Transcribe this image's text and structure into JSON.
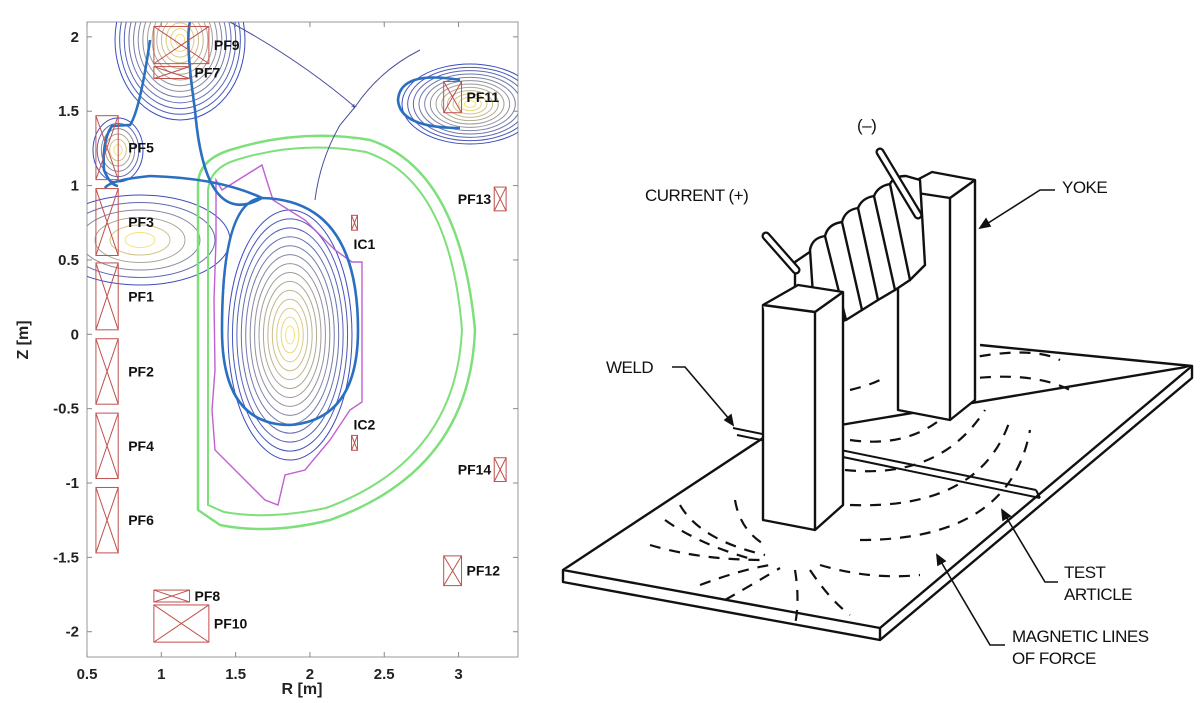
{
  "chart_data": {
    "type": "diagram",
    "title": "",
    "xlabel": "R [m]",
    "ylabel": "Z [m]",
    "xlim": [
      0.5,
      3.4
    ],
    "ylim": [
      -2.17,
      2.1
    ],
    "xticks": [
      0.5,
      1,
      1.5,
      2,
      2.5,
      3
    ],
    "xtick_labels": [
      "0.5",
      "1",
      "1.5",
      "2",
      "2.5",
      "3"
    ],
    "yticks": [
      2,
      1.5,
      1,
      0.5,
      0,
      -0.5,
      -1,
      -1.5,
      -2
    ],
    "ytick_labels": [
      "2",
      "1.5",
      "1",
      "0.5",
      "0",
      "-0.5",
      "-1",
      "-1.5",
      "-2"
    ],
    "coils": [
      {
        "name": "PF9",
        "r": [
          0.95,
          1.32
        ],
        "z": [
          1.82,
          2.07
        ],
        "label_side": "right"
      },
      {
        "name": "PF7",
        "r": [
          0.95,
          1.19
        ],
        "z": [
          1.72,
          1.8
        ],
        "label_side": "right"
      },
      {
        "name": "PF5",
        "r": [
          0.56,
          0.71
        ],
        "z": [
          1.04,
          1.47
        ],
        "label_side": "right"
      },
      {
        "name": "PF3",
        "r": [
          0.56,
          0.71
        ],
        "z": [
          0.53,
          0.98
        ],
        "label_side": "right"
      },
      {
        "name": "PF1",
        "r": [
          0.56,
          0.71
        ],
        "z": [
          0.03,
          0.48
        ],
        "label_side": "right"
      },
      {
        "name": "PF2",
        "r": [
          0.56,
          0.71
        ],
        "z": [
          -0.47,
          -0.03
        ],
        "label_side": "right"
      },
      {
        "name": "PF4",
        "r": [
          0.56,
          0.71
        ],
        "z": [
          -0.97,
          -0.53
        ],
        "label_side": "right"
      },
      {
        "name": "PF6",
        "r": [
          0.56,
          0.71
        ],
        "z": [
          -1.47,
          -1.03
        ],
        "label_side": "right"
      },
      {
        "name": "PF11",
        "r": [
          2.9,
          3.02
        ],
        "z": [
          1.49,
          1.7
        ],
        "label_side": "right"
      },
      {
        "name": "PF13",
        "r": [
          3.24,
          3.32
        ],
        "z": [
          0.83,
          0.99
        ],
        "label_side": "left"
      },
      {
        "name": "IC1",
        "r": [
          2.28,
          2.32
        ],
        "z": [
          0.7,
          0.8
        ],
        "label_side": "below"
      },
      {
        "name": "IC2",
        "r": [
          2.28,
          2.32
        ],
        "z": [
          -0.78,
          -0.68
        ],
        "label_side": "above"
      },
      {
        "name": "PF14",
        "r": [
          3.24,
          3.32
        ],
        "z": [
          -0.99,
          -0.83
        ],
        "label_side": "left"
      },
      {
        "name": "PF12",
        "r": [
          2.9,
          3.02
        ],
        "z": [
          -1.69,
          -1.49
        ],
        "label_side": "right"
      },
      {
        "name": "PF8",
        "r": [
          0.95,
          1.19
        ],
        "z": [
          -1.8,
          -1.72
        ],
        "label_side": "right"
      },
      {
        "name": "PF10",
        "r": [
          0.95,
          1.32
        ],
        "z": [
          -2.07,
          -1.82
        ],
        "label_side": "right"
      }
    ],
    "colors": {
      "coil": "#c0504d",
      "vessel": "#7ee07a",
      "wall": "#c060d0",
      "separatrix": "#2a6fc0",
      "contour_low": "#3b4cc0",
      "contour_high": "#f7e27a"
    }
  },
  "diagram": {
    "labels": {
      "current_plus": "CURRENT (+)",
      "minus": "(–)",
      "yoke": "YOKE",
      "weld": "WELD",
      "test_article_1": "TEST",
      "test_article_2": "ARTICLE",
      "magnetic_1": "MAGNETIC LINES",
      "magnetic_2": "OF FORCE"
    }
  }
}
